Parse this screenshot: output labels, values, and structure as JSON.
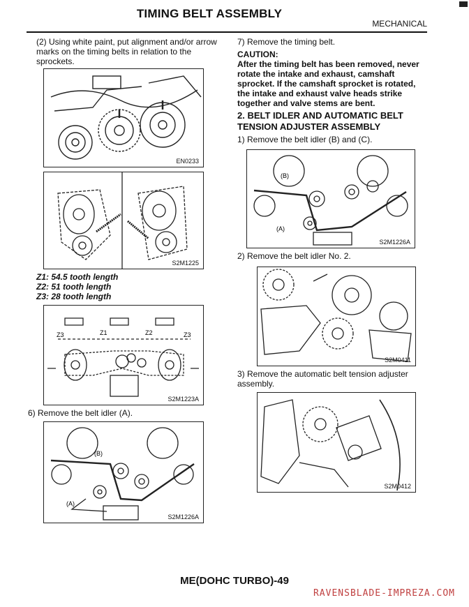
{
  "header": {
    "title": "TIMING BELT ASSEMBLY",
    "section": "MECHANICAL"
  },
  "left": {
    "step2": "(2) Using white paint, put alignment and/or arrow marks on the timing belts in relation to the sprockets.",
    "fig1_code": "EN0233",
    "fig2_code": "S2M1225",
    "z_lines": [
      "Z1: 54.5 tooth length",
      "Z2: 51 tooth length",
      "Z3: 28 tooth length"
    ],
    "fig3_code": "S2M1223A",
    "fig3_labels": {
      "z3": "Z3",
      "z1": "Z1",
      "z2": "Z2"
    },
    "step6": "6) Remove the belt idler (A).",
    "fig4_code": "S2M1226A",
    "fig4_labels": {
      "b": "(B)",
      "a": "(A)"
    }
  },
  "right": {
    "step7": "7) Remove the timing belt.",
    "caution_title": "CAUTION:",
    "caution_text": "After the timing belt has been removed, never rotate the intake and exhaust, camshaft sprocket. If the camshaft sprocket is rotated, the intake and exhaust valve heads strike together and valve stems are bent.",
    "section_heading": "2. BELT IDLER AND AUTOMATIC BELT TENSION ADJUSTER ASSEMBLY",
    "r_step1": "1) Remove the belt idler (B) and (C).",
    "fig5_code": "S2M1226A",
    "fig5_labels": {
      "b": "(B)",
      "a": "(A)"
    },
    "r_step2": "2) Remove the belt idler No. 2.",
    "fig6_code": "S2M0411",
    "r_step3": "3) Remove the automatic belt tension adjuster assembly.",
    "fig7_code": "S2M0412"
  },
  "footer": {
    "page": "ME(DOHC TURBO)-49"
  },
  "watermark": "RAVENSBLADE-IMPREZA.COM"
}
